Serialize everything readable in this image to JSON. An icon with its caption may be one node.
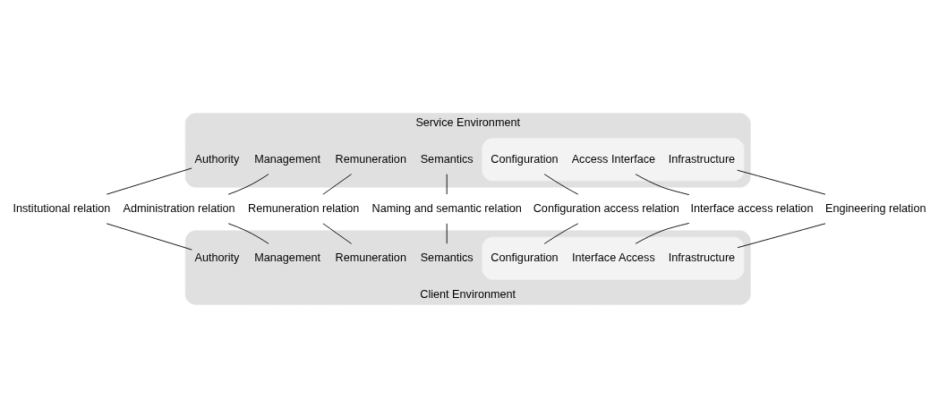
{
  "diagram": {
    "nodes": [
      {
        "text": [
          "Service Environment"
        ]
      },
      {
        "text": [
          "Authority"
        ],
        "in": 0
      },
      {
        "text": [
          "Management"
        ],
        "in": 0
      },
      {
        "text": [
          "Remuneration"
        ],
        "in": 0
      },
      {
        "text": [
          "Semantics"
        ],
        "in": 0
      },
      {
        "text": [],
        "shape": "ellipse",
        "in": 0
      },
      {
        "text": [
          "Configuration"
        ],
        "in": 5
      },
      {
        "text": [
          "Access Interface"
        ],
        "in": 5
      },
      {
        "text": [
          "Infrastructure"
        ],
        "in": 5
      },
      {
        "text": [
          "Institutional relation"
        ]
      },
      {
        "text": [
          "Administration relation"
        ]
      },
      {
        "text": [
          "Remuneration relation"
        ]
      },
      {
        "text": [
          "Naming and semantic relation"
        ]
      },
      {
        "text": [
          "Configuration access relation"
        ]
      },
      {
        "text": [
          "Interface access relation"
        ]
      },
      {
        "text": [
          "Engineering relation"
        ]
      },
      {
        "text": [
          "Client Environment"
        ]
      },
      {
        "text": [
          "Authority"
        ],
        "in": 16
      },
      {
        "text": [
          "Management"
        ],
        "in": 16
      },
      {
        "text": [
          "Remuneration"
        ],
        "in": 16
      },
      {
        "text": [
          "Semantics"
        ],
        "in": 16
      },
      {
        "text": [],
        "shape": "ellipse",
        "in": 16
      },
      {
        "text": [
          "Configuration"
        ],
        "in": 21
      },
      {
        "text": [
          "Interface Access"
        ],
        "in": 21
      },
      {
        "text": [
          "Infrastructure"
        ],
        "in": 21
      }
    ],
    "edges": [
      {
        "from": 1,
        "to": 9,
        "arrow": "none"
      },
      {
        "from": 9,
        "to": 17,
        "arrow": "none"
      },
      {
        "from": 2,
        "to": 10,
        "arrow": "none"
      },
      {
        "from": 10,
        "to": 18,
        "arrow": "none"
      },
      {
        "from": 3,
        "to": 11,
        "arrow": "none"
      },
      {
        "from": 11,
        "to": 19,
        "arrow": "none"
      },
      {
        "from": 4,
        "to": 12,
        "arrow": "none"
      },
      {
        "from": 12,
        "to": 20,
        "arrow": "none"
      },
      {
        "from": 6,
        "to": 13,
        "arrow": "none"
      },
      {
        "from": 13,
        "to": 22,
        "arrow": "none"
      },
      {
        "from": 7,
        "to": 14,
        "arrow": "none"
      },
      {
        "from": 14,
        "to": 23,
        "arrow": "none"
      },
      {
        "from": 8,
        "to": 15,
        "arrow": "none"
      },
      {
        "from": 15,
        "to": 24,
        "arrow": "none"
      }
    ]
  }
}
